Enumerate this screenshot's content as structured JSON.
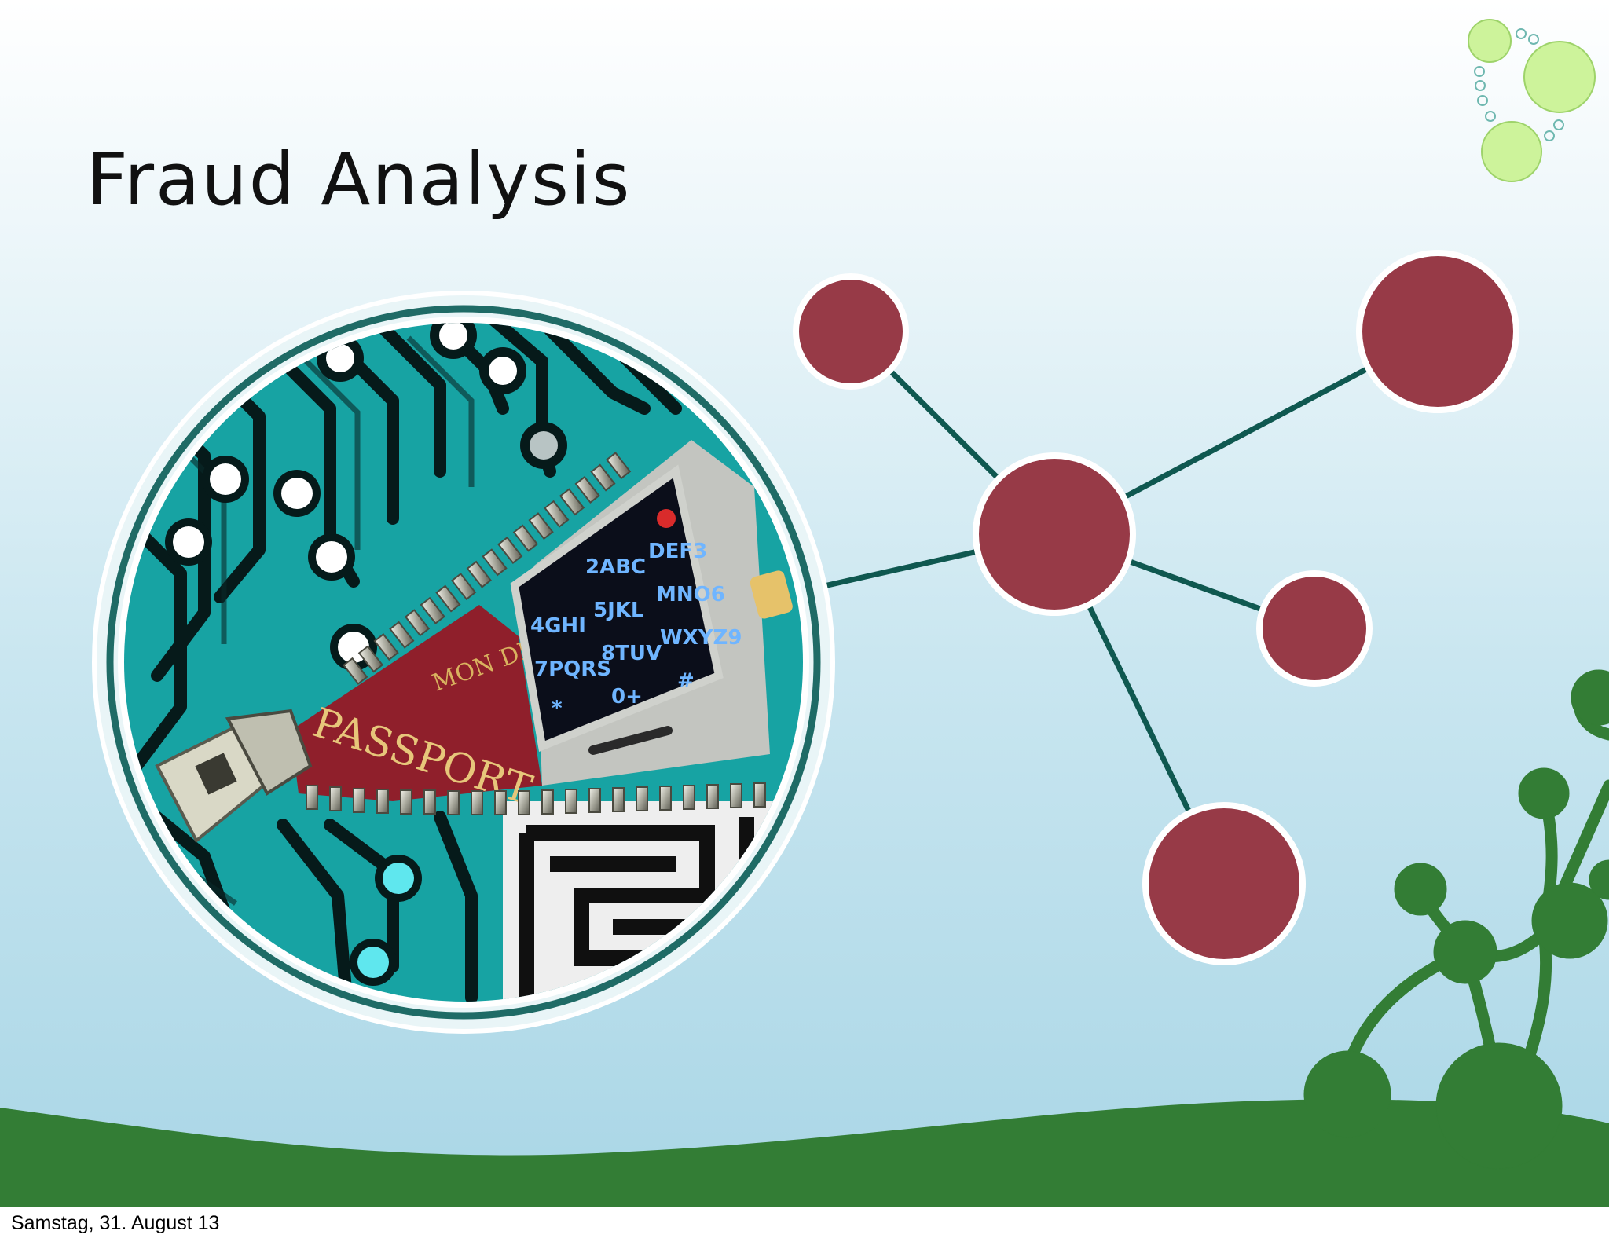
{
  "slide": {
    "title": "Fraud Analysis"
  },
  "illustration": {
    "keypad": {
      "keys": [
        "2ABC",
        "DEF3",
        "4GHI",
        "5JKL",
        "MNO6",
        "7PQRS",
        "8TUV",
        "WXYZ9",
        "*",
        "0+",
        "#"
      ]
    },
    "passport_text": "PASSPORT",
    "seal_text": "MON DI"
  },
  "footer": {
    "date": "Samstag, 31. August 13"
  },
  "colors": {
    "node": "#973a47",
    "edge": "#0f5850",
    "ground": "#337d35",
    "bubble": "#cdf39b",
    "teal": "#17a3a3"
  },
  "icons": {
    "logo": "bubbles-logo-icon",
    "network": "network-graph-icon",
    "plant": "plant-silhouette-icon"
  }
}
